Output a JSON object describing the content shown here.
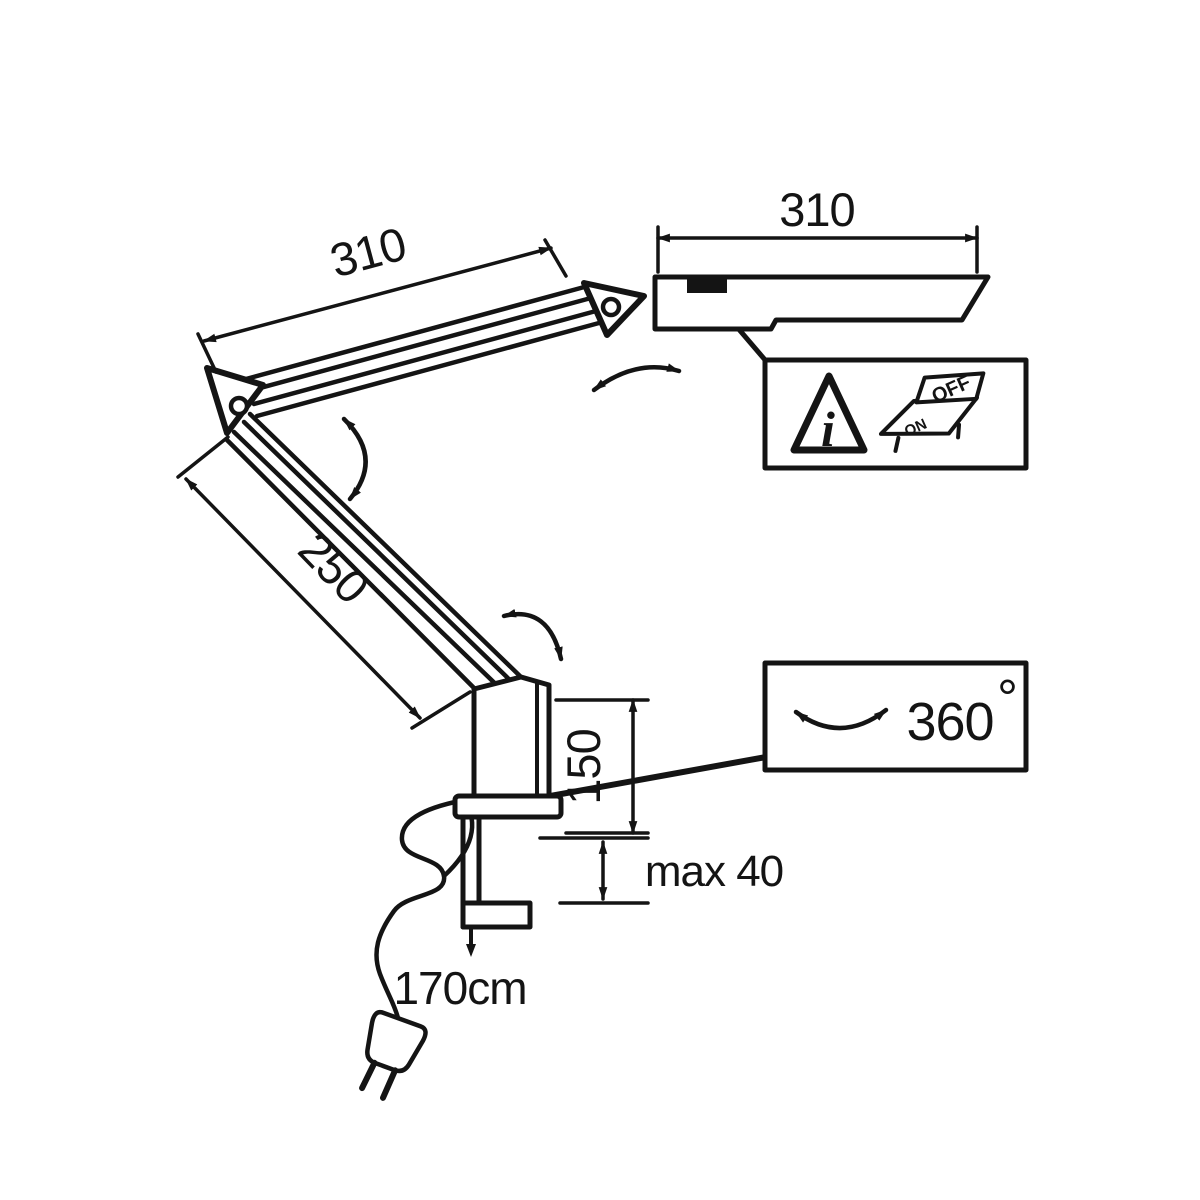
{
  "labels": {
    "head_width": "310",
    "upper_arm_length": "310",
    "lower_arm_length": "250",
    "clamp_height": "150",
    "clamp_max_thickness": "max 40",
    "cable_length": "170cm",
    "rotation_value": "360",
    "rotation_degree": "°",
    "info_symbol": "i",
    "switch_off": "OFF",
    "switch_on": "ON"
  },
  "colors": {
    "line": "#141414",
    "background": "#ffffff"
  }
}
